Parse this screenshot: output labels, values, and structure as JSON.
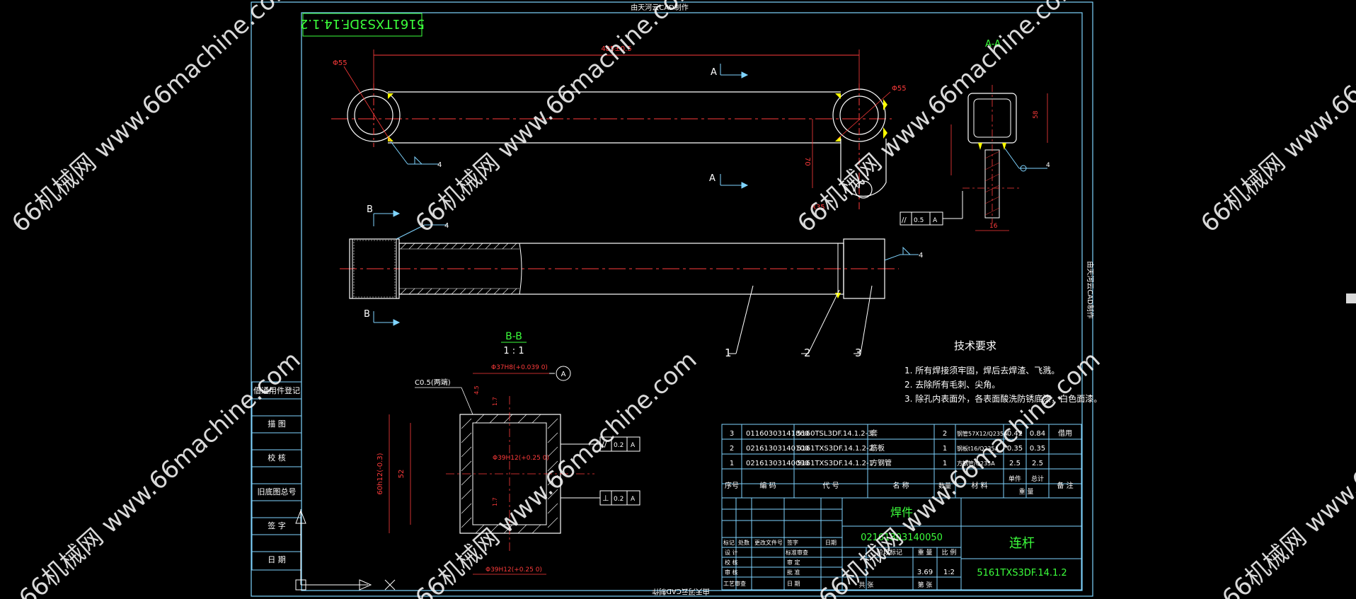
{
  "colors": {
    "background": "#000000",
    "frame": "#7fd4ff",
    "geometry": "#ffffff",
    "centerline": "#ff3b3b",
    "dimension": "#ff3b3b",
    "label": "#3cff3c",
    "annotation": "#ffffff",
    "weld": "#ffff00",
    "watermark": "#ffffff"
  },
  "drawing": {
    "top_credit": "由天河云CAD制作",
    "bottom_credit": "由天河云CAD制作",
    "side_credit": "由天河云CAD制作",
    "mirrored_code": "5161TXS3DF.14.1.2",
    "dims": {
      "length": "485±0.5",
      "dia_left": "Φ55",
      "dia_right": "Φ55",
      "height": "70",
      "fillet": "R35",
      "sect_h": "58",
      "sect_w": "16",
      "tol": "0.5",
      "tol_ref": "A"
    },
    "section_marks": {
      "a_top": "A",
      "a_bottom": "A",
      "b_top": "B",
      "b_bottom": "B",
      "aa": "A-A"
    },
    "leaders": {
      "p1": "1",
      "p2": "2",
      "p3": "3",
      "weld": "4"
    }
  },
  "section_bb": {
    "title": "B-B",
    "scale": "1 : 1",
    "chamfer": "C0.5(两端)",
    "bore_top": "Φ37H8(+0.039 0)",
    "bore_mid": "Φ39H12(+0.25 0)",
    "bore_bot": "Φ39H12(+0.25 0)",
    "overall": "60h12(-0.3)",
    "inner": "52",
    "small1": "4.5",
    "small2": "1.7",
    "datum": "A",
    "gtol1_sym": "//",
    "gtol1_val": "0.2",
    "gtol1_ref": "A",
    "gtol2_sym": "⊥",
    "gtol2_val": "0.2",
    "gtol2_ref": "A"
  },
  "tech": {
    "title": "技术要求",
    "items": [
      "1. 所有焊接须牢固，焊后去焊渣、飞溅。",
      "2. 去除所有毛刺、尖角。",
      "3. 除孔内表面外，各表面酸洗防锈底漆，白色面漆。"
    ]
  },
  "left_block": {
    "items": [
      "借通用件登记",
      "描 图",
      "校 核",
      "旧底图总号",
      "签 字",
      "日 期"
    ]
  },
  "bom": {
    "rows": [
      {
        "no": "3",
        "code": "01160303141860",
        "drawing": "5160TSL3DF.14.1.2-3",
        "name": "套",
        "qty": "2",
        "material": "钢管57X12/Q235A",
        "unit_wt": "0.42",
        "total_wt": "0.84",
        "remark": "借用"
      },
      {
        "no": "2",
        "code": "02161303140100",
        "drawing": "5161TXS3DF.14.1.2-2",
        "name": "筋板",
        "qty": "1",
        "material": "钢板t16/Q235A",
        "unit_wt": "0.35",
        "total_wt": "0.35",
        "remark": ""
      },
      {
        "no": "1",
        "code": "02161303140090",
        "drawing": "5161TXS3DF.14.1.2-1",
        "name": "方钢管",
        "qty": "1",
        "material": "方钢管/Q235A",
        "unit_wt": "2.5",
        "total_wt": "2.5",
        "remark": ""
      }
    ],
    "header": {
      "no": "序号",
      "code": "编 码",
      "drawing": "代 号",
      "name": "名 称",
      "qty": "数量",
      "material": "材 料",
      "unit": "单件",
      "total": "总计",
      "weight": "重 量",
      "remark": "备 注"
    }
  },
  "title_block": {
    "type_label": "焊件",
    "part_code": "02161303140050",
    "part_name": "连杆",
    "drawing_no": "5161TXS3DF.14.1.2",
    "mass": "3.69",
    "scale": "1:2",
    "labels": {
      "mark": "标记",
      "count": "处数",
      "doc": "更改文件号",
      "sign": "签字",
      "date": "日期",
      "design": "设 计",
      "check": "校 核",
      "review": "审 核",
      "process": "工艺审查",
      "std": "标准审查",
      "stdz": "审 定",
      "approve": "批 准",
      "pdate": "日 期",
      "stage": "阶段标记",
      "weight": "重 量",
      "ratio": "比 例",
      "sheet": "共 张",
      "page": "第 张"
    }
  },
  "watermark": {
    "text": "66机械网 www.66machine.com"
  }
}
